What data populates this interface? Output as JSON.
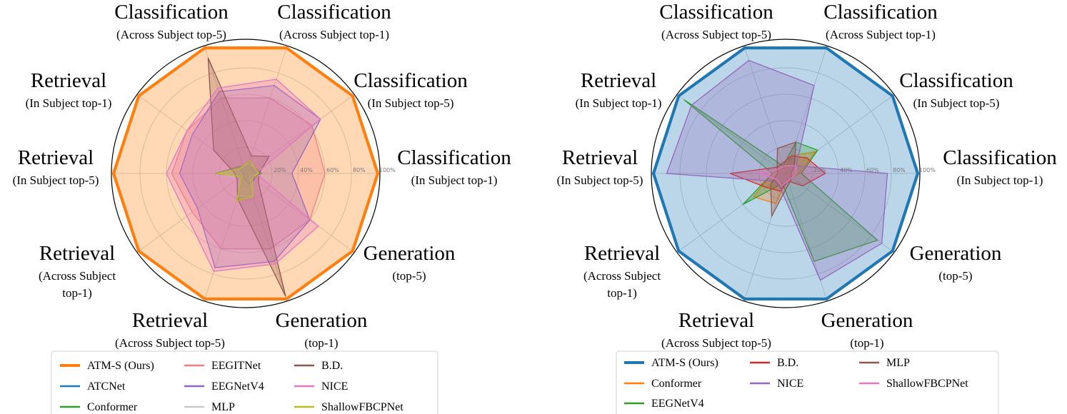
{
  "chart_data": [
    {
      "type": "radar",
      "axes": [
        {
          "title": "Classification",
          "sub": [
            "(In Subject top-1)"
          ]
        },
        {
          "title": "Classification",
          "sub": [
            "(In Subject top-5)"
          ]
        },
        {
          "title": "Classification",
          "sub": [
            "(Across Subject top-1)"
          ]
        },
        {
          "title": "Classification",
          "sub": [
            "(Across Subject top-5)"
          ]
        },
        {
          "title": "Retrieval",
          "sub": [
            "(In Subject top-1)"
          ]
        },
        {
          "title": "Retrieval",
          "sub": [
            "(In Subject top-5)"
          ]
        },
        {
          "title": "Retrieval",
          "sub": [
            "(Across Subject",
            "top-1)"
          ]
        },
        {
          "title": "Retrieval",
          "sub": [
            "(Across Subject top-5)"
          ]
        },
        {
          "title": "Generation",
          "sub": [
            "(top-1)"
          ]
        },
        {
          "title": "Generation",
          "sub": [
            "(top-5)"
          ]
        }
      ],
      "ticks": [
        "20%",
        "40%",
        "60%",
        "80%",
        "100%"
      ],
      "rlim": [
        0,
        100
      ],
      "grid": true,
      "legend_position": "bottom",
      "series": [
        {
          "name": "ATM-S (Ours)",
          "color": "#ff7f0e",
          "values": [
            100,
            100,
            100,
            100,
            100,
            100,
            100,
            100,
            100,
            100
          ]
        },
        {
          "name": "ATCNet",
          "color": "#1f77b4",
          "values": [
            8,
            6,
            10,
            6,
            6,
            2,
            2,
            4,
            8,
            8
          ]
        },
        {
          "name": "Conformer",
          "color": "#2ca02c",
          "values": [
            12,
            8,
            10,
            6,
            8,
            23,
            4,
            22,
            18,
            6
          ]
        },
        {
          "name": "EEGITNet",
          "color": "#f08080",
          "values": [
            60,
            62,
            60,
            60,
            55,
            56,
            50,
            60,
            60,
            60
          ]
        },
        {
          "name": "EEGNetV4",
          "color": "#9467bd",
          "values": [
            35,
            70,
            70,
            65,
            50,
            50,
            45,
            75,
            70,
            60
          ]
        },
        {
          "name": "MLP",
          "color": "#c8c8c8",
          "values": [
            10,
            8,
            8,
            6,
            6,
            20,
            6,
            18,
            18,
            4
          ]
        },
        {
          "name": "B.D.",
          "color": "#8c564b",
          "values": [
            10,
            22,
            14,
            92,
            30,
            8,
            8,
            20,
            98,
            12
          ]
        },
        {
          "name": "NICE",
          "color": "#e377c2",
          "values": [
            8,
            70,
            75,
            68,
            55,
            60,
            55,
            78,
            72,
            68
          ]
        },
        {
          "name": "ShallowFBCPNet",
          "color": "#bcbd22",
          "values": [
            10,
            8,
            10,
            6,
            6,
            22,
            4,
            22,
            18,
            6
          ]
        }
      ]
    },
    {
      "type": "radar",
      "axes": [
        {
          "title": "Classification",
          "sub": [
            "(In Subject top-1)"
          ]
        },
        {
          "title": "Classification",
          "sub": [
            "(In Subject top-5)"
          ]
        },
        {
          "title": "Classification",
          "sub": [
            "(Across Subject top-1)"
          ]
        },
        {
          "title": "Classification",
          "sub": [
            "(Across Subject top-5)"
          ]
        },
        {
          "title": "Retrieval",
          "sub": [
            "(In Subject top-1)"
          ]
        },
        {
          "title": "Retrieval",
          "sub": [
            "(In Subject top-5)"
          ]
        },
        {
          "title": "Retrieval",
          "sub": [
            "(Across Subject",
            "top-1)"
          ]
        },
        {
          "title": "Retrieval",
          "sub": [
            "(Across Subject top-5)"
          ]
        },
        {
          "title": "Generation",
          "sub": [
            "(top-1)"
          ]
        },
        {
          "title": "Generation",
          "sub": [
            "(top-5)"
          ]
        }
      ],
      "ticks": [
        "20%",
        "40%",
        "60%",
        "80%",
        "100%"
      ],
      "rlim": [
        0,
        100
      ],
      "grid": true,
      "legend_position": "bottom",
      "series": [
        {
          "name": "ATM-S (Ours)",
          "color": "#1f77b4",
          "values": [
            100,
            100,
            100,
            100,
            100,
            100,
            100,
            100,
            100,
            100
          ]
        },
        {
          "name": "Conformer",
          "color": "#ff7f0e",
          "values": [
            10,
            28,
            14,
            4,
            6,
            10,
            30,
            24,
            4,
            6
          ]
        },
        {
          "name": "EEGNetV4",
          "color": "#2ca02c",
          "values": [
            12,
            30,
            25,
            6,
            95,
            10,
            40,
            8,
            70,
            86
          ]
        },
        {
          "name": "B.D.",
          "color": "#d62728",
          "values": [
            30,
            20,
            14,
            8,
            8,
            42,
            18,
            14,
            6,
            16
          ]
        },
        {
          "name": "NICE",
          "color": "#9467bd",
          "values": [
            77,
            10,
            70,
            90,
            88,
            90,
            10,
            12,
            85,
            90
          ]
        },
        {
          "name": "MLP",
          "color": "#8c564b",
          "values": [
            4,
            8,
            25,
            20,
            8,
            6,
            14,
            34,
            8,
            6
          ]
        },
        {
          "name": "ShallowFBCPNet",
          "color": "#e377c2",
          "values": [
            8,
            10,
            6,
            6,
            6,
            20,
            8,
            10,
            6,
            6
          ]
        }
      ]
    }
  ],
  "legends": [
    {
      "items": [
        {
          "label": "ATM-S (Ours)",
          "color": "#ff7f0e",
          "bold": true
        },
        {
          "label": "EEGITNet",
          "color": "#f08080",
          "bold": false
        },
        {
          "label": "B.D.",
          "color": "#8c564b",
          "bold": false
        },
        {
          "label": "ATCNet",
          "color": "#1f77b4",
          "bold": false
        },
        {
          "label": "EEGNetV4",
          "color": "#9467bd",
          "bold": false
        },
        {
          "label": "NICE",
          "color": "#e377c2",
          "bold": false
        },
        {
          "label": "Conformer",
          "color": "#2ca02c",
          "bold": false
        },
        {
          "label": "MLP",
          "color": "#c8c8c8",
          "bold": false
        },
        {
          "label": "ShallowFBCPNet",
          "color": "#bcbd22",
          "bold": false
        }
      ]
    },
    {
      "items": [
        {
          "label": "ATM-S (Ours)",
          "color": "#1f77b4",
          "bold": true
        },
        {
          "label": "B.D.",
          "color": "#d62728",
          "bold": false
        },
        {
          "label": "MLP",
          "color": "#8c564b",
          "bold": false
        },
        {
          "label": "Conformer",
          "color": "#ff7f0e",
          "bold": false
        },
        {
          "label": "NICE",
          "color": "#9467bd",
          "bold": false
        },
        {
          "label": "ShallowFBCPNet",
          "color": "#e377c2",
          "bold": false
        },
        {
          "label": "EEGNetV4",
          "color": "#2ca02c",
          "bold": false
        }
      ]
    }
  ]
}
